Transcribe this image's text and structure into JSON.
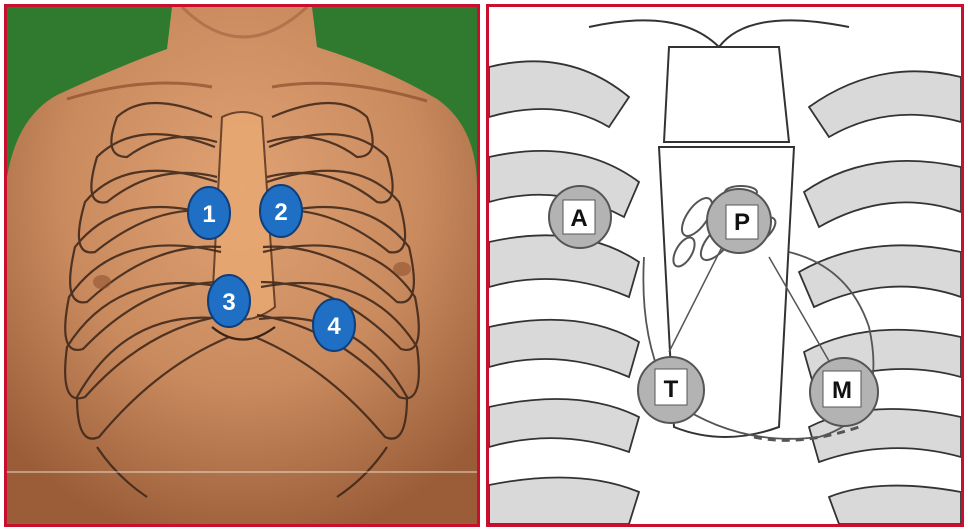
{
  "left_panel": {
    "markers": [
      {
        "label": "1"
      },
      {
        "label": "2"
      },
      {
        "label": "3"
      },
      {
        "label": "4"
      }
    ]
  },
  "right_panel": {
    "markers": [
      {
        "label": "A"
      },
      {
        "label": "P"
      },
      {
        "label": "T"
      },
      {
        "label": "M"
      }
    ]
  },
  "colors": {
    "border": "#c8102e",
    "background_green": "#2f7a2f",
    "skin": "#c98a5e",
    "blue_marker": "#1f6fc4",
    "rib_fill": "#d9d9d9",
    "outline": "#222222"
  }
}
